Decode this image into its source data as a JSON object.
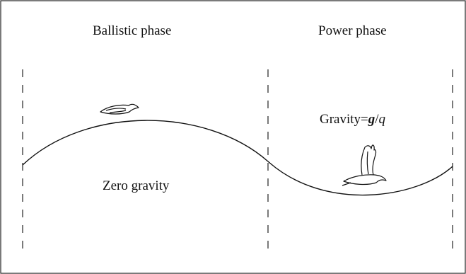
{
  "phases": {
    "ballistic_label": "Ballistic phase",
    "power_label": "Power phase"
  },
  "annotations": {
    "zero_gravity": "Zero gravity",
    "gravity_prefix": "Gravity=",
    "gravity_g": "g",
    "gravity_sep": "/",
    "gravity_q": "q"
  },
  "icons": [
    "gliding-bird-icon",
    "flapping-bird-icon"
  ]
}
